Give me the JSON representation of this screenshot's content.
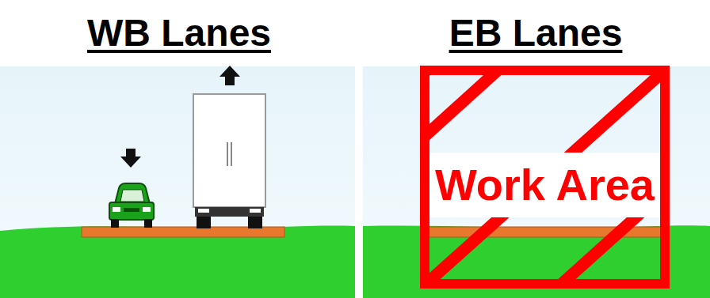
{
  "diagram": {
    "nodes": [
      {
        "text": [
          "Work Area"
        ]
      }
    ],
    "labels": [
      "WB Lanes",
      "EB Lanes"
    ]
  }
}
